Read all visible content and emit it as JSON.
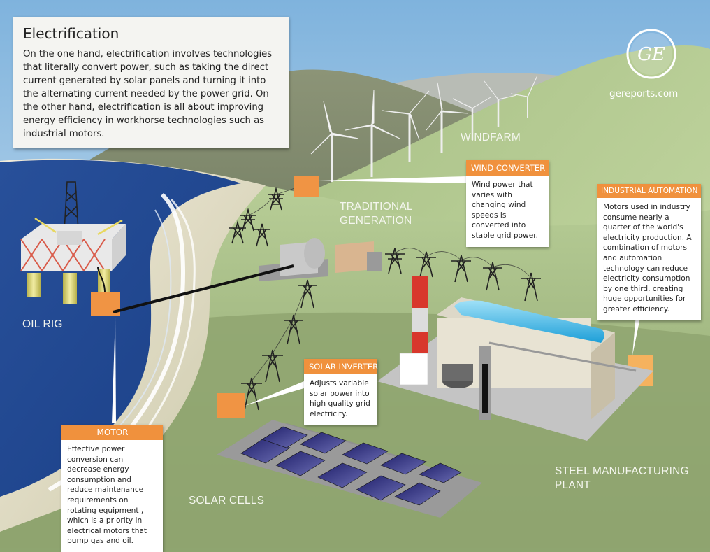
{
  "intro": {
    "title": "Electrification",
    "body": "On the one hand, electrification involves technologies that literally convert power, such as taking the direct current generated by solar panels and turning it into the alternating current needed by the power grid. On the other hand, electrification is all about improving energy efficiency in workhorse technologies such as industrial motors."
  },
  "brand": {
    "logo_icon": "ge-monogram-icon",
    "site": "gereports.com"
  },
  "labels": {
    "windfarm": "WINDFARM",
    "traditional_generation_1": "TRADITIONAL",
    "traditional_generation_2": "GENERATION",
    "oil_rig": "OIL RIG",
    "solar_cells": "SOLAR CELLS",
    "steel_plant_1": "STEEL MANUFACTURING",
    "steel_plant_2": "PLANT"
  },
  "callouts": {
    "wind_converter": {
      "title": "WIND CONVERTER",
      "body": "Wind power that varies with changing wind speeds is converted into stable grid power."
    },
    "industrial_automation": {
      "title": "INDUSTRIAL AUTOMATION",
      "body": "Motors used in industry consume nearly a quarter of the world's electricity production. A combination of motors and automation technology can reduce electricity consumption by one third, creating huge opportunities for greater efficiency."
    },
    "solar_inverter": {
      "title": "SOLAR INVERTER",
      "body": "Adjusts variable solar power into high quality grid electricity."
    },
    "motor": {
      "title": "MOTOR",
      "body": "Effective power conversion can decrease energy consumption and reduce maintenance requirements on rotating equipment , which is a priority in electrical motors that pump gas and oil."
    }
  },
  "colors": {
    "callout_header": "#f0913d",
    "sea": "#1f4a93",
    "grass": "#8fa570",
    "sky": "#a9cbe6"
  }
}
